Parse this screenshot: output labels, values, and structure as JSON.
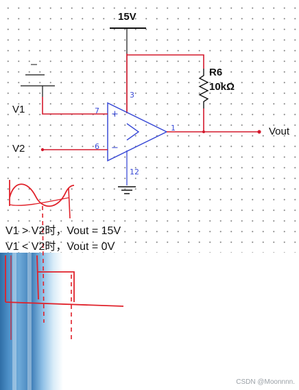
{
  "supply": {
    "label": "15V"
  },
  "resistor": {
    "name": "R6",
    "value": "10kΩ"
  },
  "opamp": {
    "pin_top": "3",
    "pin_plus_num": "7",
    "pin_minus_num": "6",
    "pin_out": "1",
    "pin_bottom": "12",
    "plus_sign": "+",
    "minus_sign": "−"
  },
  "inputs": {
    "v1": "V1",
    "v2": "V2"
  },
  "output": {
    "label": "Vout"
  },
  "notes": {
    "line1": "V1 > V2时，Vout = 15V",
    "line2": "V1 < V2时，Vout = 0V"
  },
  "watermark": "CSDN @Moonnnn.",
  "colors": {
    "wire": "#d3182c",
    "opamp": "#3a4bd6",
    "ink": "#e0212a",
    "black": "#111111"
  }
}
